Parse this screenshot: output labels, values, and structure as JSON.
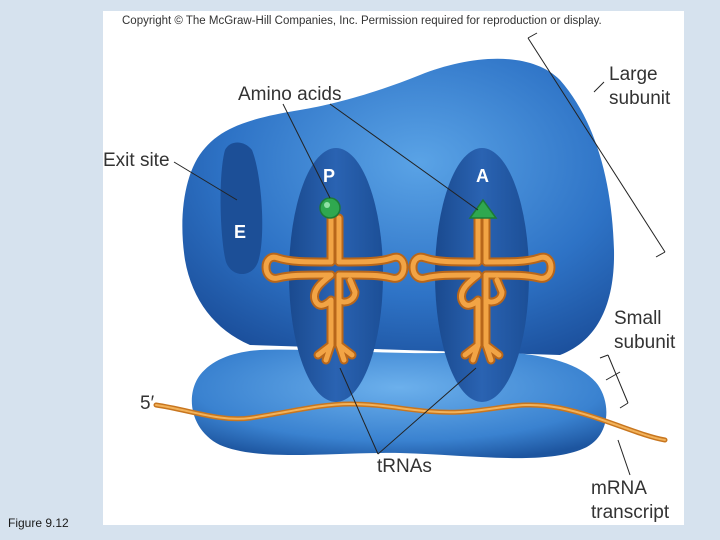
{
  "copyright": "Copyright © The McGraw-Hill Companies, Inc. Permission required for reproduction or display.",
  "figure_caption": "Figure 9.12",
  "labels": {
    "amino_acids": "Amino acids",
    "exit_site": "Exit site",
    "large_subunit_line1": "Large",
    "large_subunit_line2": "subunit",
    "small_subunit_line1": "Small",
    "small_subunit_line2": "subunit",
    "five_prime": "5′",
    "trnas": "tRNAs",
    "mrna_line1": "mRNA",
    "mrna_line2": "transcript",
    "site_p": "P",
    "site_a": "A",
    "site_e": "E"
  },
  "colors": {
    "background": "#d6e2ee",
    "ribosome_light": "#4a8fd4",
    "ribosome_dark": "#1a4d99",
    "trna": "#e8922e",
    "amino_acid_p": "#2fa84f",
    "amino_acid_a": "#2fa84f"
  }
}
